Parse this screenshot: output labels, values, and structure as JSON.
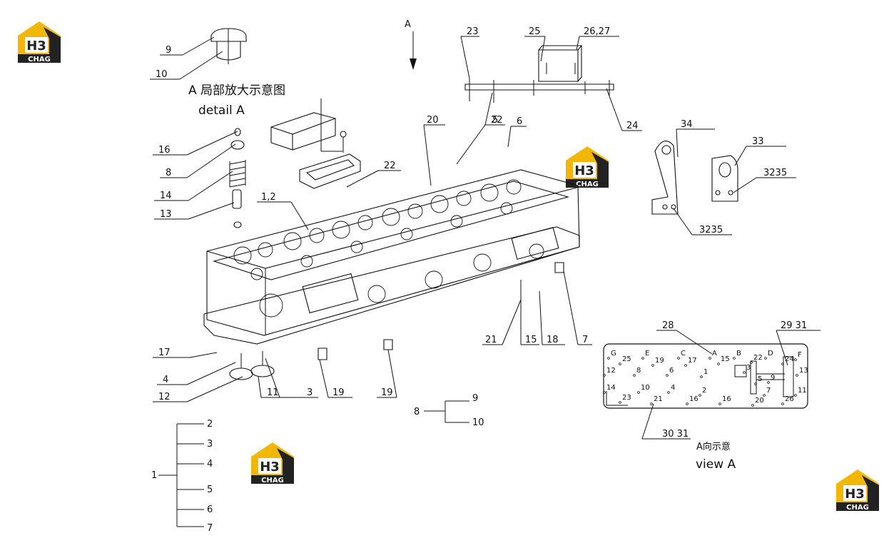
{
  "logo": {
    "mark": "H3",
    "word": "CHAG",
    "color": "#f2b705",
    "dark": "#222222"
  },
  "captions": {
    "detail_cn": "A 局部放大示意图",
    "detail_en": "detail  A",
    "view_arrow": "A",
    "view_cn": "A向示意",
    "view_en": "view  A"
  },
  "callouts": [
    "9",
    "10",
    "16",
    "8",
    "14",
    "13",
    "1,2",
    "22",
    "20",
    "5",
    "22",
    "6",
    "23",
    "25",
    "26,27",
    "24",
    "34",
    "33",
    "3235",
    "3235",
    "17",
    "4",
    "12",
    "3",
    "19",
    "19",
    "11",
    "21",
    "15",
    "18",
    "7",
    "28",
    "29 31",
    "30 31"
  ],
  "bom_tree_1": {
    "root": "1",
    "items": [
      "2",
      "3",
      "4",
      "5",
      "6",
      "7"
    ]
  },
  "bom_tree_8": {
    "root": "8",
    "items": [
      "9",
      "10"
    ]
  },
  "view_a_marks": [
    "G",
    "25",
    "E",
    "19",
    "C",
    "17",
    "A",
    "15",
    "B",
    "22",
    "D",
    "24",
    "F",
    "12",
    "8",
    "6",
    "1",
    "3",
    "5",
    "9",
    "13",
    "14",
    "10",
    "4",
    "2",
    "7",
    "11",
    "23",
    "21",
    "16",
    "16",
    "20",
    "26"
  ]
}
